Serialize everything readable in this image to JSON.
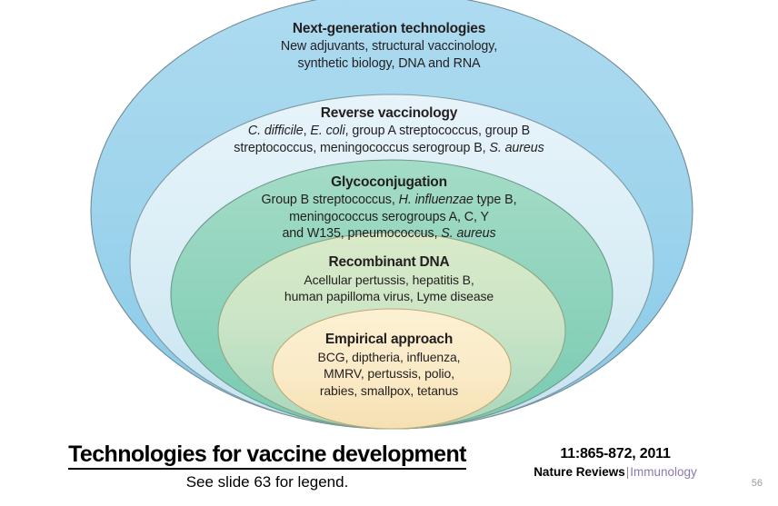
{
  "diagram": {
    "name": "nested-ellipse-diagram",
    "layers": [
      {
        "id": "next-generation",
        "title": "Next-generation technologies",
        "body_lines": [
          "New adjuvants, structural vaccinology,",
          "synthetic biology, DNA and RNA"
        ],
        "fill_top": "#A6D7EF",
        "fill_bottom": "#8FCCE8",
        "stroke": "#6f8a96"
      },
      {
        "id": "reverse-vaccinology",
        "title": "Reverse vaccinology",
        "body_lines": [
          "C. difficile, E. coli, group A streptococcus, group B",
          "streptococcus, meningococcus serogroup B, S. aureus"
        ],
        "italic_terms": [
          "C. difficile",
          "E. coli",
          "S. aureus"
        ],
        "fill_top": "#E2F2F9",
        "fill_bottom": "#CBE7F2",
        "stroke": "#7f98a2"
      },
      {
        "id": "glycoconjugation",
        "title": "Glycoconjugation",
        "body_lines": [
          "Group B streptococcus, H. influenzae type B,",
          "meningococcus serogroups A, C, Y",
          "and W135, pneumococcus, S. aureus"
        ],
        "italic_terms": [
          "H. influenzae",
          "S. aureus"
        ],
        "fill_top": "#9BD8C2",
        "fill_bottom": "#7FCDB6",
        "stroke": "#6d9a8c"
      },
      {
        "id": "recombinant-dna",
        "title": "Recombinant DNA",
        "body_lines": [
          "Acellular pertussis, hepatitis B,",
          "human papilloma virus, Lyme disease"
        ],
        "fill_top": "#D3E7C4",
        "fill_bottom": "#AFD9BE",
        "stroke": "#8ba684"
      },
      {
        "id": "empirical-approach",
        "title": "Empirical approach",
        "body_lines": [
          "BCG, diptheria, influenza,",
          "MMRV,  pertussis, polio,",
          "rabies, smallpox, tetanus"
        ],
        "fill_top": "#FBEECC",
        "fill_bottom": "#F7E4B8",
        "stroke": "#bda878"
      }
    ]
  },
  "caption": {
    "title": "Technologies for vaccine development",
    "subtitle": "See slide 63 for legend."
  },
  "citation": {
    "reference": "11:865-872, 2011",
    "journal_name": "Nature Reviews",
    "separator": "|",
    "journal_section": "Immunology",
    "section_color": "#8a79ac"
  },
  "slide": {
    "number": "56"
  }
}
